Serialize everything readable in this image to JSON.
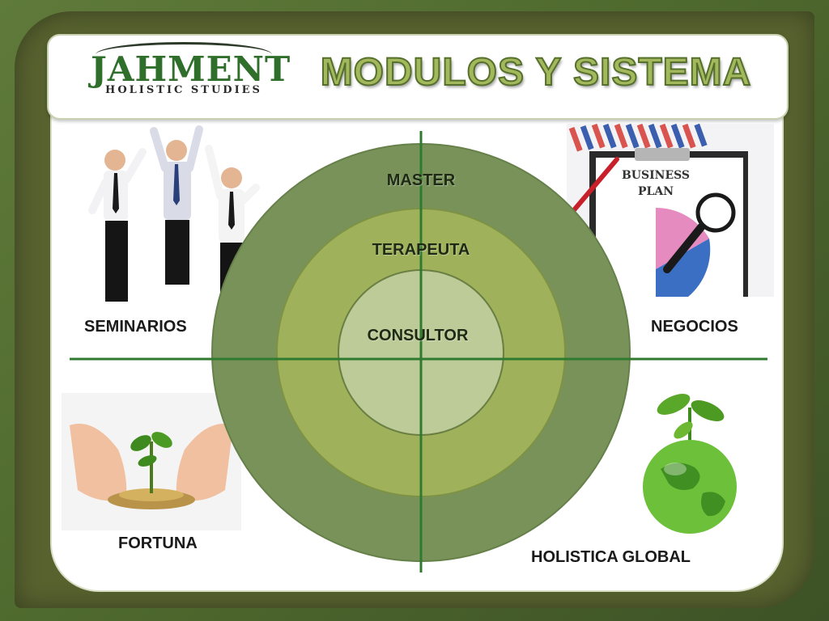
{
  "logo": {
    "title": "JAHMENT",
    "subtitle": "HOLISTIC STUDIES"
  },
  "slide": {
    "title": "MODULOS Y SISTEMA"
  },
  "rings": {
    "outer": "MASTER",
    "middle": "TERAPEUTA",
    "inner": "CONSULTOR"
  },
  "quadrants": {
    "top_left": "SEMINARIOS",
    "top_right": "NEGOCIOS",
    "bottom_left": "FORTUNA",
    "bottom_right": "HOLISTICA GLOBAL"
  },
  "business_plan_text": {
    "line1": "BUSINESS",
    "line2": "PLAN"
  },
  "colors": {
    "outer_ring": "#78925a",
    "middle_ring": "#9fb15a",
    "inner_ring": "#bccb97",
    "cross_lines": "#2f7a2f",
    "title_fill": "#a3b85c"
  }
}
